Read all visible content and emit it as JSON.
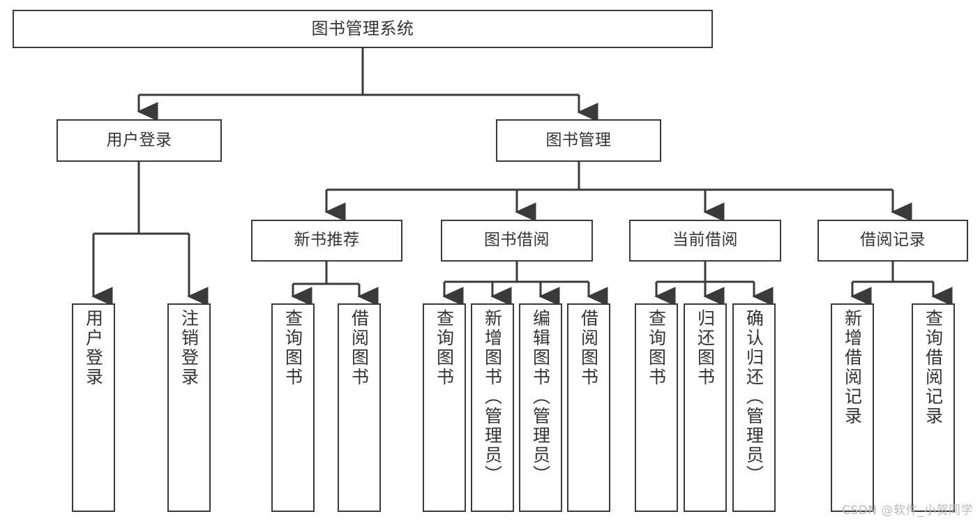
{
  "diagram": {
    "title": "图书管理系统",
    "type": "tree",
    "colors": {
      "box_border": "#3a3a3a",
      "box_fill": "#ffffff",
      "text": "#333333",
      "line": "#3a3a3a",
      "watermark": "#b9b9b9"
    },
    "watermark": "CSDN @软件_小贺同学",
    "nodes": {
      "root": {
        "label": "图书管理系统"
      },
      "level2": [
        {
          "id": "user-login",
          "label": "用户登录"
        },
        {
          "id": "book-management",
          "label": "图书管理"
        }
      ],
      "level3": [
        {
          "id": "new-book-recommend",
          "label": "新书推荐"
        },
        {
          "id": "book-borrow",
          "label": "图书借阅"
        },
        {
          "id": "current-borrow",
          "label": "当前借阅"
        },
        {
          "id": "borrow-record",
          "label": "借阅记录"
        }
      ],
      "leaves": {
        "user-login": [
          {
            "id": "leaf-user-login",
            "label": "用户登录"
          },
          {
            "id": "leaf-logout-login",
            "label": "注销登录"
          }
        ],
        "new-book-recommend": [
          {
            "id": "leaf-query-books-1",
            "label": "查询图书"
          },
          {
            "id": "leaf-borrow-books-1",
            "label": "借阅图书"
          }
        ],
        "book-borrow": [
          {
            "id": "leaf-query-books-2",
            "label": "查询图书"
          },
          {
            "id": "leaf-add-book-admin",
            "label": "新增图书（管理员）"
          },
          {
            "id": "leaf-edit-book-admin",
            "label": "编辑图书（管理员）"
          },
          {
            "id": "leaf-borrow-books-2",
            "label": "借阅图书"
          }
        ],
        "current-borrow": [
          {
            "id": "leaf-query-books-3",
            "label": "查询图书"
          },
          {
            "id": "leaf-return-books",
            "label": "归还图书"
          },
          {
            "id": "leaf-confirm-return-admin",
            "label": "确认归还（管理员）"
          }
        ],
        "borrow-record": [
          {
            "id": "leaf-add-borrow-record",
            "label": "新增借阅记录"
          },
          {
            "id": "leaf-query-borrow-record",
            "label": "查询借阅记录"
          }
        ]
      }
    }
  }
}
